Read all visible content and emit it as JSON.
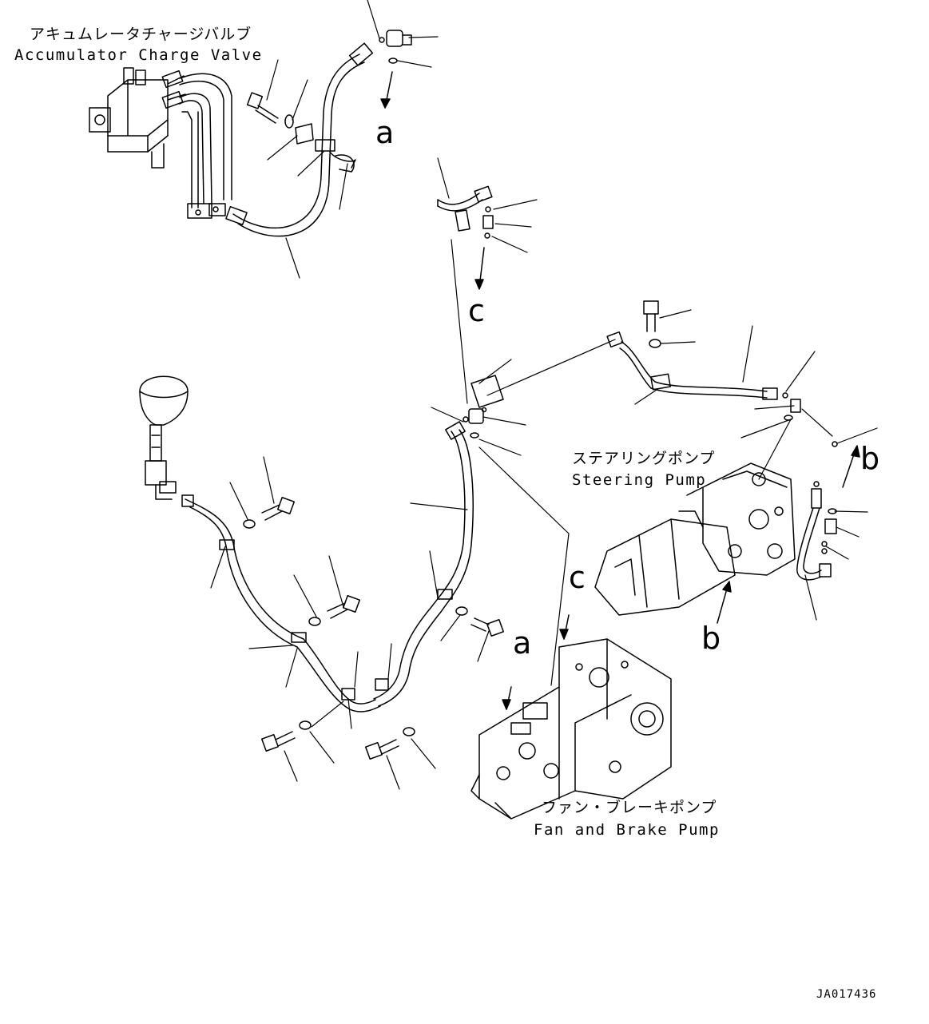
{
  "labels": {
    "accumulator_charge_valve_jp": "アキュムレータチャージバルブ",
    "accumulator_charge_valve_en": "Accumulator Charge Valve",
    "steering_pump_jp": "ステアリングポンプ",
    "steering_pump_en": "Steering Pump",
    "fan_brake_pump_jp": "ファン・ブレーキポンプ",
    "fan_brake_pump_en": "Fan and Brake Pump"
  },
  "reference_marks": {
    "a_top": "a",
    "c_top": "c",
    "b_right": "b",
    "c_lower": "c",
    "a_lower": "a",
    "b_lower": "b"
  },
  "document_id": "JA017436"
}
